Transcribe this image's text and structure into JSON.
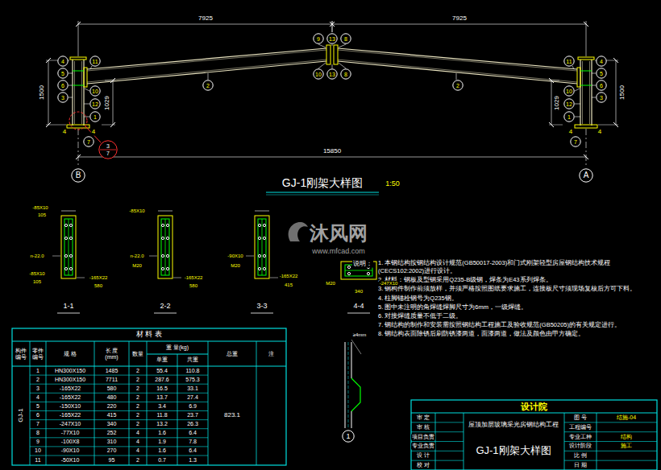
{
  "diagram": {
    "title": "GJ-1刚架大样图",
    "nodes": [
      {
        "text": [
          "9"
        ]
      },
      {
        "text": [
          "13"
        ]
      },
      {
        "text": [
          "8"
        ]
      },
      {
        "text": [
          "4"
        ]
      },
      {
        "text": [
          "11"
        ]
      },
      {
        "text": [
          "11"
        ]
      },
      {
        "text": [
          "4"
        ]
      },
      {
        "text": [
          "5"
        ]
      },
      {
        "text": [
          "5"
        ]
      },
      {
        "text": [
          "10"
        ]
      },
      {
        "text": [
          "13"
        ]
      },
      {
        "text": [
          "8"
        ]
      },
      {
        "text": [
          "6"
        ]
      },
      {
        "text": [
          "2"
        ]
      },
      {
        "text": [
          "2"
        ]
      },
      {
        "text": [
          "6"
        ]
      },
      {
        "text": [
          "10"
        ]
      },
      {
        "text": [
          "10"
        ]
      },
      {
        "text": [
          "3"
        ]
      },
      {
        "text": [
          "3"
        ]
      },
      {
        "text": [
          "12"
        ]
      },
      {
        "text": [
          "12"
        ]
      },
      {
        "text": [
          "1"
        ]
      },
      {
        "text": [
          "1"
        ]
      },
      {
        "text": [
          "7"
        ]
      },
      {
        "text": [
          "7"
        ]
      },
      {
        "text": [
          "3",
          "7"
        ]
      },
      {
        "text": [
          "B"
        ]
      },
      {
        "text": [
          "A"
        ]
      },
      {
        "text": [
          "1"
        ]
      }
    ],
    "labels": [
      "7925",
      "7925",
      "15850",
      "1500",
      "1029",
      "1029",
      "1500",
      "4",
      "4",
      "4",
      "4",
      "1:50",
      "1-1",
      "2-2",
      "3-3",
      "4-4",
      "-85X10",
      "105",
      "n-22.0",
      "-85X10",
      "105",
      "-165X22",
      "580",
      "-85X10",
      "n-22.0",
      "M20",
      "-165X22",
      "580",
      "-90X10",
      "M20",
      "-165X22",
      "415",
      "M20",
      "-247X10",
      "340",
      "材 料 表",
      "构件编号",
      "零件编号",
      "规 格",
      "长 度 (mm)",
      "数量",
      "重 量(kg)",
      "单重",
      "共重",
      "总重",
      "注",
      "GJ-1",
      "823.1",
      "1",
      "HN300X150",
      "1485",
      "2",
      "55.4",
      "110.8",
      "2",
      "HN300X150",
      "7711",
      "2",
      "287.6",
      "575.3",
      "3",
      "-165X22",
      "580",
      "2",
      "16.5",
      "33.1",
      "4",
      "-165X22",
      "480",
      "2",
      "13.7",
      "27.4",
      "5",
      "-150X10",
      "220",
      "2",
      "3.4",
      "6.9",
      "6",
      "-165X22",
      "415",
      "2",
      "11.8",
      "23.7",
      "7",
      "-247X10",
      "340",
      "2",
      "13.2",
      "26.3",
      "8",
      "-77X10",
      "252",
      "4",
      "1.6",
      "6.4",
      "9",
      "-100X8",
      "310",
      "4",
      "1.9",
      "7.8",
      "10",
      "-90X10",
      "270",
      "4",
      "1.6",
      "6.4",
      "11",
      "-50X10",
      "95",
      "2",
      "0.7",
      "1.3",
      "说明：",
      "1. 本钢结构按钢结构设计规范(GB50017-2003)和门式刚架轻型房屋钢结构技术规程(CECS102:2002)进行设计。",
      "2. 材料：钢板及型钢采用Q235-B级钢，焊条为E43系列焊条。",
      "3. 钢构件制作前须放样，并须严格按照图纸要求施工，连接板尺寸须现场复核后方可下料。",
      "4. 柱脚锚栓钢号为Q235钢。",
      "5. 图中未注明的角焊缝焊脚尺寸为6mm，一级焊缝。",
      "6. 对接焊缝质量不低于二级。",
      "7. 钢结构的制作和安装需按照钢结构工程施工及验收规范(GB50205)的有关规定进行。",
      "8. 钢结构表面除锈后刷防锈漆两道，面漆两道，做法及颜色由甲方确定。",
      "设计院",
      "审 定",
      "审 核",
      "项目负责",
      "专业负责",
      "设 计",
      "校 对",
      "屋顶加层玻璃采光房钢结构工程",
      "GJ-1刚架大样图",
      "图 号",
      "结施-04",
      "工程编号",
      "专业工种",
      "结构",
      "设计阶段",
      "施工",
      "比 例",
      "日 期",
      "≥4mm",
      "沐风网",
      "www.mfcad.com"
    ]
  }
}
